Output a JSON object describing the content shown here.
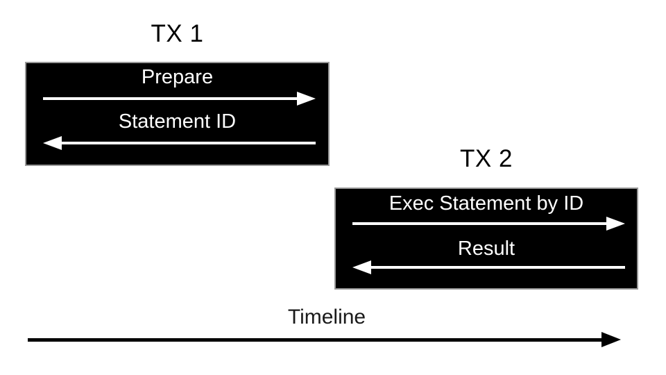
{
  "diagram": {
    "type": "sequence-timeline",
    "colors": {
      "background": "#ffffff",
      "box_fill": "#000000",
      "box_border": "#989898",
      "box_text": "#ffffff",
      "box_arrows": "#ffffff",
      "titles": "#000000",
      "timeline_arrow": "#000000"
    },
    "transactions": [
      {
        "title": "TX 1",
        "messages": [
          {
            "label": "Prepare",
            "direction": "right"
          },
          {
            "label": "Statement ID",
            "direction": "left"
          }
        ]
      },
      {
        "title": "TX 2",
        "messages": [
          {
            "label": "Exec Statement by ID",
            "direction": "right"
          },
          {
            "label": "Result",
            "direction": "left"
          }
        ]
      }
    ],
    "timeline": {
      "label": "Timeline",
      "direction": "right"
    }
  }
}
